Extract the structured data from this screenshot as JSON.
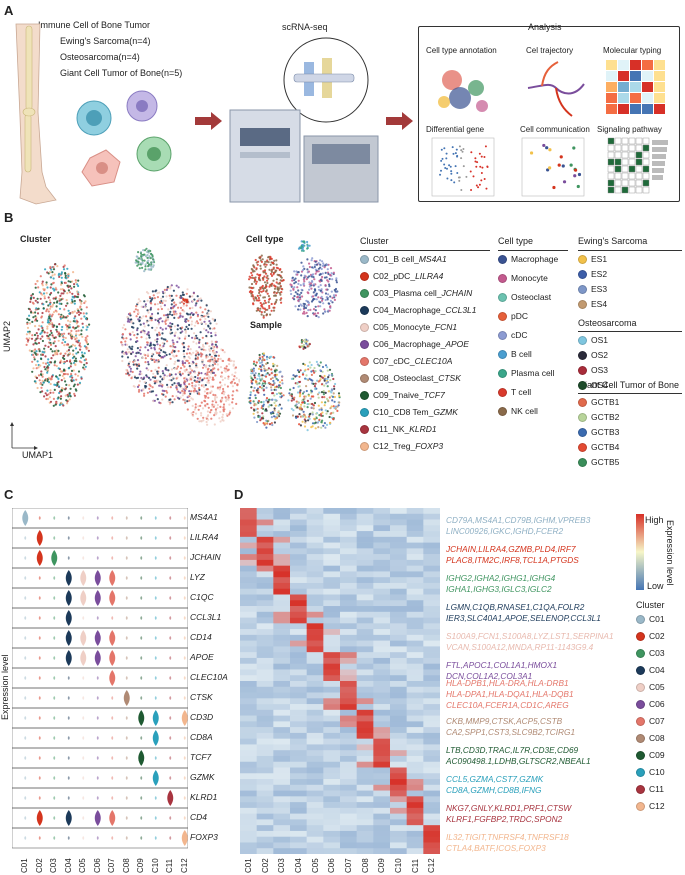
{
  "panelA": {
    "letter": "A",
    "title": "Immune Cell of Bone Tumor",
    "cohorts": [
      "Ewing's Sarcoma(n=4)",
      "Osteosarcoma(n=4)",
      "Giant Cell Tumor of Bone(n=5)"
    ],
    "scrna_label": "scRNA-seq",
    "analysis_label": "Analysis",
    "analysis_items": [
      "Cell type annotation",
      "Cel trajectory",
      "Molecular typing",
      "Differential gene",
      "Cell communication",
      "Signaling pathway"
    ]
  },
  "panelB": {
    "letter": "B",
    "cluster_plot_label": "Cluster",
    "celltype_plot_label": "Cell type",
    "sample_plot_label": "Sample",
    "umap_y": "UMAP2",
    "umap_x": "UMAP1",
    "cluster_header": "Cluster",
    "clusters": [
      {
        "prefix": "C01_B cell_",
        "gene": "MS4A1",
        "color": "#9ab8c8"
      },
      {
        "prefix": "C02_pDC_",
        "gene": "LILRA4",
        "color": "#d4341d"
      },
      {
        "prefix": "C03_Plasma cell_",
        "gene": "JCHAIN",
        "color": "#3f9560"
      },
      {
        "prefix": "C04_Macrophage_",
        "gene": "CCL3L1",
        "color": "#1c3a5a"
      },
      {
        "prefix": "C05_Monocyte_",
        "gene": "FCN1",
        "color": "#efcfc6"
      },
      {
        "prefix": "C06_Macrophage_",
        "gene": "APOE",
        "color": "#7a4d9c"
      },
      {
        "prefix": "C07_cDC_",
        "gene": "CLEC10A",
        "color": "#e4766a"
      },
      {
        "prefix": "C08_Osteoclast_",
        "gene": "CTSK",
        "color": "#b08a74"
      },
      {
        "prefix": "C09_Tnaive_",
        "gene": "TCF7",
        "color": "#1f5a32"
      },
      {
        "prefix": "C10_CD8 Tem_",
        "gene": "GZMK",
        "color": "#2aa0bb"
      },
      {
        "prefix": "C11_NK_",
        "gene": "KLRD1",
        "color": "#a8343f"
      },
      {
        "prefix": "C12_Treg_",
        "gene": "FOXP3",
        "color": "#f2b68e"
      }
    ],
    "celltype_header": "Cell type",
    "celltypes": [
      {
        "label": "Macrophage",
        "color": "#3a5392"
      },
      {
        "label": "Monocyte",
        "color": "#c35a8e"
      },
      {
        "label": "Osteoclast",
        "color": "#6cc2b0"
      },
      {
        "label": "pDC",
        "color": "#e6603a"
      },
      {
        "label": "cDC",
        "color": "#8c9bd2"
      },
      {
        "label": "B cell",
        "color": "#4a9ed0"
      },
      {
        "label": "Plasma cell",
        "color": "#3aa68a"
      },
      {
        "label": "T cell",
        "color": "#d93a2c"
      },
      {
        "label": "NK cell",
        "color": "#8a6a4a"
      }
    ],
    "es_header": "Ewing's Sarcoma",
    "es": [
      {
        "label": "ES1",
        "color": "#f2c14a"
      },
      {
        "label": "ES2",
        "color": "#3c5da8"
      },
      {
        "label": "ES3",
        "color": "#7e97c8"
      },
      {
        "label": "ES4",
        "color": "#c29a70"
      }
    ],
    "os_header": "Osteosarcoma",
    "os": [
      {
        "label": "OS1",
        "color": "#7fc6df"
      },
      {
        "label": "OS2",
        "color": "#2b2b3a"
      },
      {
        "label": "OS3",
        "color": "#a82c3a"
      },
      {
        "label": "OS4",
        "color": "#1d4b2a"
      }
    ],
    "gctb_header": "Giant Cell Tumor of Bone",
    "gctb": [
      {
        "label": "GCTB1",
        "color": "#e16a4c"
      },
      {
        "label": "GCTB2",
        "color": "#b8d49a"
      },
      {
        "label": "GCTB3",
        "color": "#3b6bb0"
      },
      {
        "label": "GCTB4",
        "color": "#e34a33"
      },
      {
        "label": "GCTB5",
        "color": "#3a8e5a"
      }
    ]
  },
  "panelC": {
    "letter": "C",
    "ylabel": "Expression level",
    "genes": [
      "MS4A1",
      "LILRA4",
      "JCHAIN",
      "LYZ",
      "C1QC",
      "CCL3L1",
      "CD14",
      "APOE",
      "CLEC10A",
      "CTSK",
      "CD3D",
      "CD8A",
      "TCF7",
      "GZMK",
      "KLRD1",
      "CD4",
      "FOXP3"
    ],
    "xticks": [
      "C01",
      "C02",
      "C03",
      "C04",
      "C05",
      "C06",
      "C07",
      "C08",
      "C09",
      "C10",
      "C11",
      "C12"
    ]
  },
  "panelD": {
    "letter": "D",
    "xticks": [
      "C01",
      "C02",
      "C03",
      "C04",
      "C05",
      "C06",
      "C07",
      "C08",
      "C09",
      "C10",
      "C11",
      "C12"
    ],
    "legend_high": "High",
    "legend_low": "Low",
    "legend_title": "Expression level",
    "cluster_legend_title": "Cluster",
    "gene_sets": [
      {
        "lines": [
          "CD79A,MS4A1,CD79B,IGHM,VPREB3",
          "LINC00926,IGKC,IGHD,FCER2"
        ],
        "color": "#8fb0c4"
      },
      {
        "lines": [
          "JCHAIN,LILRA4,GZMB,PLD4,IRF7",
          "PLAC8,ITM2C,IRF8,TCL1A,PTGDS"
        ],
        "color": "#d4341d"
      },
      {
        "lines": [
          "IGHG2,IGHA2,IGHG1,IGHG4",
          "IGHA1,IGHG3,IGLC3,IGLC2"
        ],
        "color": "#3f9560"
      },
      {
        "lines": [
          "LGMN,C1QB,RNASE1,C1QA,FOLR2",
          "IER3,SLC40A1,APOE,SELENOP,CCL3L1"
        ],
        "color": "#1c3a5a"
      },
      {
        "lines": [
          "S100A9,FCN1,S100A8,LYZ,LST1,SERPINA1",
          "VCAN,S100A12,MNDA,RP11-1143G9.4"
        ],
        "color": "#e8b9ae"
      },
      {
        "lines": [
          "FTL,APOC1,COL1A1,HMOX1",
          "DCN,COL1A2,COL3A1"
        ],
        "color": "#7a4d9c"
      },
      {
        "lines": [
          "HLA-DPB1,HLA-DRA,HLA-DRB1",
          "HLA-DPA1,HLA-DQA1,HLA-DQB1",
          "CLEC10A,FCER1A,CD1C,AREG"
        ],
        "color": "#e4766a"
      },
      {
        "lines": [
          "CKB,MMP9,CTSK,ACP5,CSTB",
          "CA2,SPP1,CST3,SLC9B2,TCIRG1"
        ],
        "color": "#b08a74"
      },
      {
        "lines": [
          "LTB,CD3D,TRAC,IL7R,CD3E,CD69",
          "AC090498.1,LDHB,GLTSCR2,NBEAL1"
        ],
        "color": "#1f5a32"
      },
      {
        "lines": [
          "CCL5,GZMA,CST7,GZMK",
          "CD8A,GZMH,CD8B,IFNG"
        ],
        "color": "#2aa0bb"
      },
      {
        "lines": [
          "NKG7,GNLY,KLRD1,PRF1,CTSW",
          "KLRF1,FGFBP2,TRDC,SPON2"
        ],
        "color": "#a8343f"
      },
      {
        "lines": [
          "IL32,TIGIT,TNFRSF4,TNFRSF18",
          "CTLA4,BATF,ICOS,FOXP3"
        ],
        "color": "#f2b68e"
      }
    ]
  }
}
